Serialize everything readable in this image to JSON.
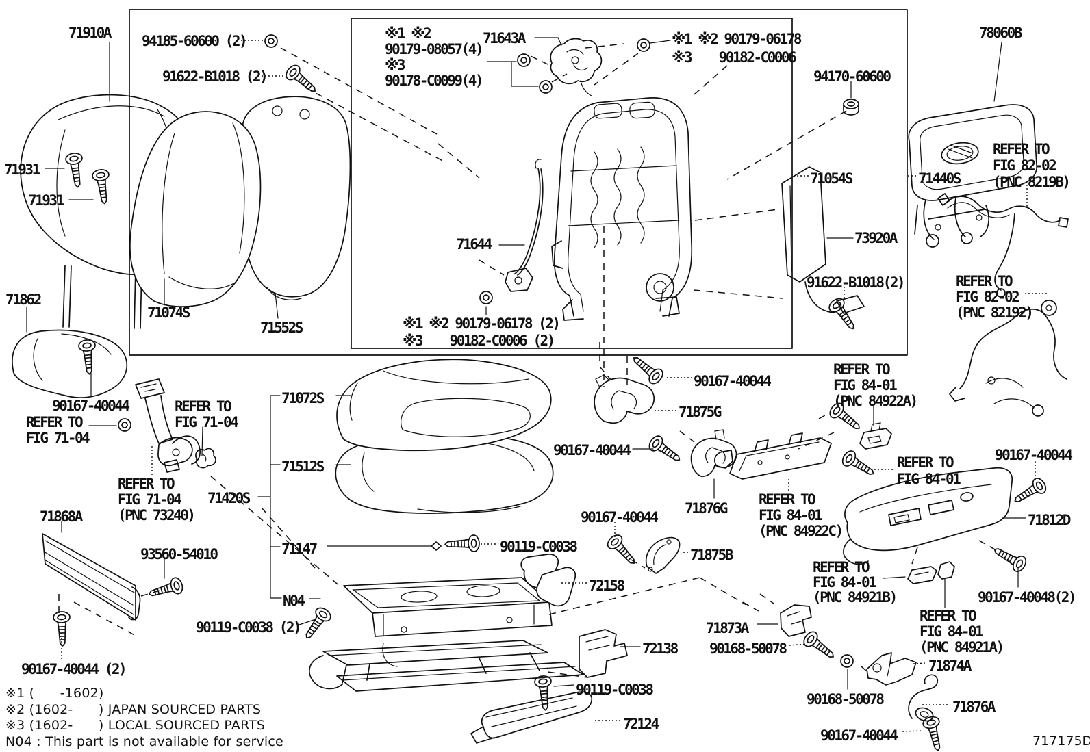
{
  "diagram": {
    "code": "717175D",
    "legend": "※1 (      -1602)\n※2 (1602-      ) JAPAN SOURCED PARTS\n※3 (1602-      ) LOCAL SOURCED PARTS\nN04 : This part is not available for service"
  },
  "labels": {
    "headrest": "71910A",
    "grommet_94185": "94185-60600 (2)",
    "bolt_91622_a": "91622-B1018 (2)",
    "note_top": "※1 ※2\n90179-08057(4)\n※3\n90178-C0099(4)",
    "bracket_71643A": "71643A",
    "note_right": "※1 ※2 90179-06178\n※3    90182-C0006",
    "nut_94170": "94170-60600",
    "tray_78060B": "78060B",
    "refer_8219b": "REFER TO\nFIG 82-02\n(PNC 8219B)",
    "support_71931_a": "71931",
    "support_71931_b": "71931",
    "back_71054S": "71054S",
    "wire_71440S": "71440S",
    "ecu_73920A": "73920A",
    "bolt_91622_b": "91622-B1018(2)",
    "refer_82192": "REFER TO\nFIG 82-02\n(PNC 82192)",
    "cable_71644": "71644",
    "note_bottom": "※1 ※2 90179-06178 (2)\n※3    90182-C0006 (2)",
    "cap_71862": "71862",
    "cover_71074S": "71074S",
    "pad_71552S": "71552S",
    "screw_90167_a": "90167-40044",
    "refer_7104_left": "REFER TO\nFIG 71-04",
    "refer_7104_mid": "REFER TO\nFIG 71-04",
    "refer_73240": "REFER TO\nFIG 71-04\n(PNC 73240)",
    "cushion_71420S": "71420S",
    "shield_71868A": "71868A",
    "cushion_71072S": "71072S",
    "pad_71512S": "71512S",
    "clip_71147": "71147",
    "frame_N04": "N04",
    "screw_90119_a": "90119-C0038",
    "screw_93560": "93560-54010",
    "screw_90119_x2": "90119-C0038 (2)",
    "screw_90167_x2": "90167-40044 (2)",
    "screw_90167_b": "90167-40044",
    "clamp_71875G": "71875G",
    "screw_90167_c": "90167-40044",
    "clamp_71876G": "71876G",
    "refer_84922A": "REFER TO\nFIG 84-01\n(PNC 84922A)",
    "refer_8401_mid": "REFER TO\nFIG 84-01",
    "screw_90167_d": "90167-40044",
    "shield_71812D": "71812D",
    "refer_84922C": "REFER TO\nFIG 84-01\n(PNC 84922C)",
    "screw_90167_e": "90167-40044",
    "hook_71875B": "71875B",
    "pad_72158": "72158",
    "clip_72138": "72138",
    "screw_90119_b": "90119-C0038",
    "cover_72124": "72124",
    "refer_84921B": "REFER TO\nFIG 84-01\n(PNC 84921B)",
    "screw_90167_40048": "90167-40048(2)",
    "refer_84921A": "REFER TO\nFIG 84-01\n(PNC 84921A)",
    "bracket_71873A": "71873A",
    "screw_90168_a": "90168-50078",
    "bracket_71874A": "71874A",
    "screw_90168_b": "90168-50078",
    "hook_71876A": "71876A",
    "screw_90167_f": "90167-40044"
  }
}
